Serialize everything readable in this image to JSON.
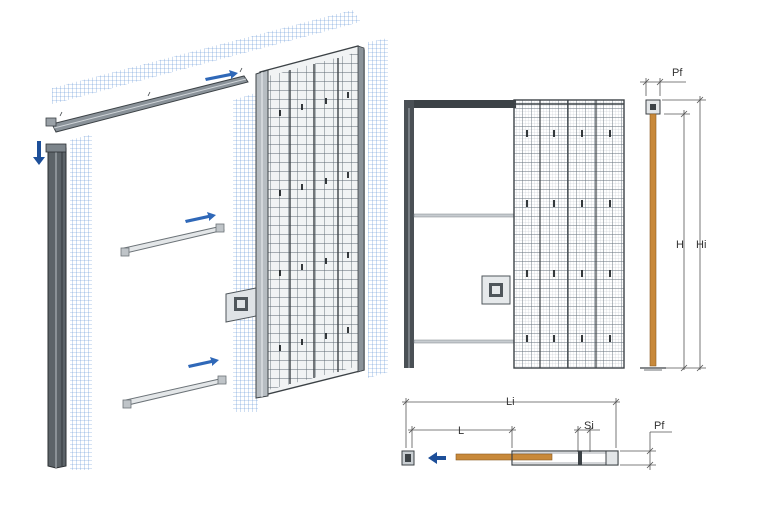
{
  "colors": {
    "mesh": "#5b8fd6",
    "arrow": "#2f68b8",
    "dark_arrow": "#1d4f99",
    "panel_mesh": "#5a6670",
    "frame": "#3c4246",
    "wood": "#c8893a",
    "dim": "#555555"
  },
  "icons": {
    "top_arrow": "arrow-right-icon",
    "down_arrow": "arrow-down-icon",
    "crossbar_arrow": "arrow-right-icon",
    "plan_arrow": "arrow-left-icon"
  },
  "labels": {
    "pf_section": "Pf",
    "h": "H",
    "hi": "Hi",
    "li": "Li",
    "l": "L",
    "si": "Si",
    "pf_plan": "Pf"
  }
}
